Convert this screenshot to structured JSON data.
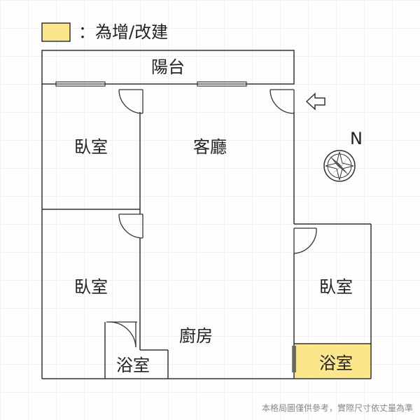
{
  "legend": {
    "text": "：為增/改建",
    "swatch_color": "#fbe68c"
  },
  "rooms": {
    "balcony": "陽台",
    "bedroom_top_left": "臥室",
    "living_room": "客廳",
    "bedroom_bottom_left": "臥室",
    "kitchen": "廚房",
    "bathroom_left": "浴室",
    "bedroom_right": "臥室",
    "bathroom_right": "浴室"
  },
  "compass": {
    "north_label": "N",
    "icon": "compass-rose-icon"
  },
  "entrance": {
    "icon": "entrance-arrow-icon"
  },
  "disclaimer": "本格局圖僅供參考，實際尺寸依丈量為準",
  "colors": {
    "wall": "#333333",
    "addition_fill": "#fbe68c",
    "text": "#222222",
    "muted": "#888888"
  }
}
